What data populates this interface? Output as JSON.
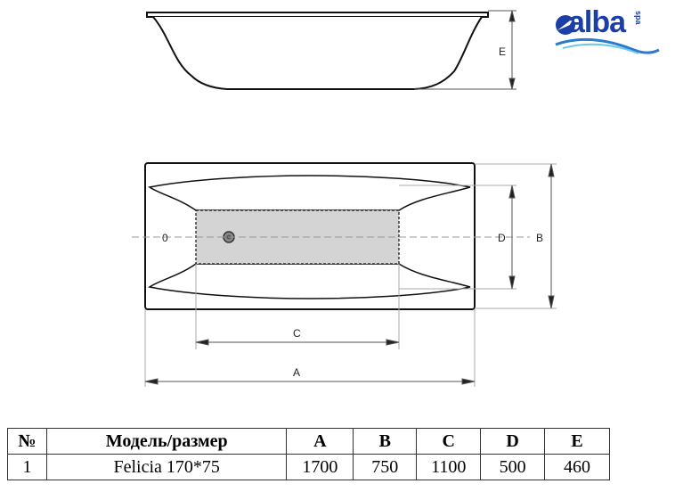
{
  "logo": {
    "brand": "alba",
    "sub": "spa"
  },
  "drawing": {
    "labels": {
      "E": "E",
      "D": "D",
      "B": "B",
      "C": "C",
      "A": "A",
      "origin": "0"
    }
  },
  "table": {
    "headers": [
      "№",
      "Модель/размер",
      "A",
      "B",
      "C",
      "D",
      "E"
    ],
    "rows": [
      [
        "1",
        "Felicia 170*75",
        "1700",
        "750",
        "1100",
        "500",
        "460"
      ]
    ]
  }
}
